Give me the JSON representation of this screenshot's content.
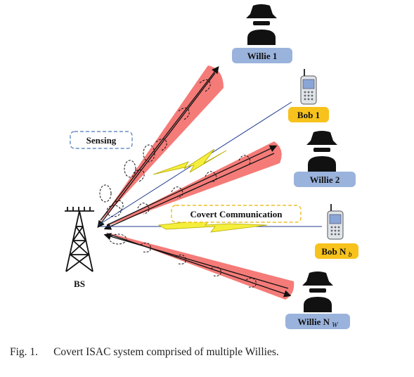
{
  "figure": {
    "bs_label": "BS",
    "sensing_label": "Sensing",
    "covert_label": "Covert Communication",
    "willies": [
      {
        "label": "Willie 1",
        "sub": ""
      },
      {
        "label": "Willie 2",
        "sub": ""
      },
      {
        "label": "Willie N",
        "sub": "W"
      }
    ],
    "bobs": [
      {
        "label": "Bob 1",
        "sub": ""
      },
      {
        "label": "Bob N",
        "sub": "b"
      }
    ]
  },
  "caption": {
    "number": "Fig. 1.",
    "text": "Covert ISAC system comprised of multiple Willies."
  },
  "colors": {
    "beam": "#f47b78",
    "willie_box": "#9ab3dc",
    "bob_box": "#f7c21b",
    "bolt": "#f4ef3c"
  }
}
